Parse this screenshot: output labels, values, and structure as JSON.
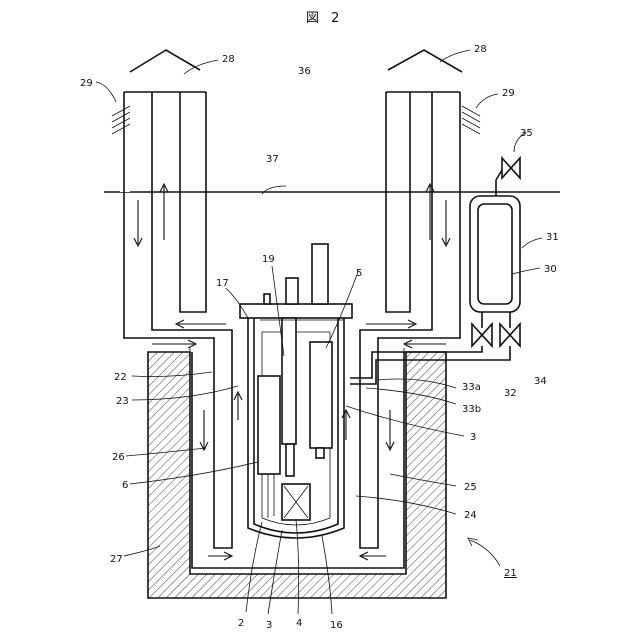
{
  "figure_title": "図 2",
  "labels": {
    "l28a": "28",
    "l28b": "28",
    "l29a": "29",
    "l29b": "29",
    "l36": "36",
    "l35": "35",
    "l37": "37",
    "l31": "31",
    "l30": "30",
    "l19": "19",
    "l17": "17",
    "l5": "5",
    "l22": "22",
    "l23": "23",
    "l32": "32",
    "l34": "34",
    "l33a": "33a",
    "l33b": "33b",
    "l3r": "3",
    "l26": "26",
    "l6": "6",
    "l25": "25",
    "l24": "24",
    "l27": "27",
    "l21": "21",
    "l2": "2",
    "l3b": "3",
    "l4": "4",
    "l16": "16"
  }
}
